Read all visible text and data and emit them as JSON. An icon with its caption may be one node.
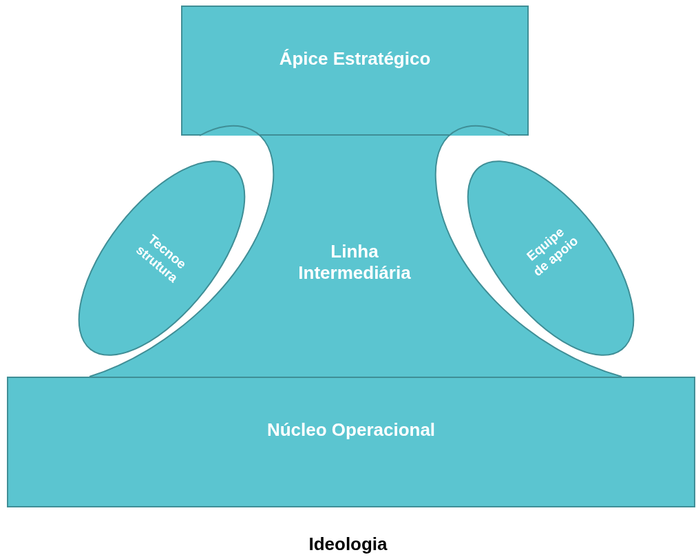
{
  "diagram": {
    "nodes": [
      {
        "text": [
          "Ápice Estratégico"
        ]
      },
      {
        "text": [
          "Linha Intermediária"
        ]
      },
      {
        "text": [
          "Núcleo Operacional"
        ]
      },
      {
        "text": [
          "Tecnoe strutura"
        ]
      },
      {
        "text": [
          "Equipe de apoio"
        ]
      }
    ],
    "labels": [
      "Ideologia"
    ]
  }
}
